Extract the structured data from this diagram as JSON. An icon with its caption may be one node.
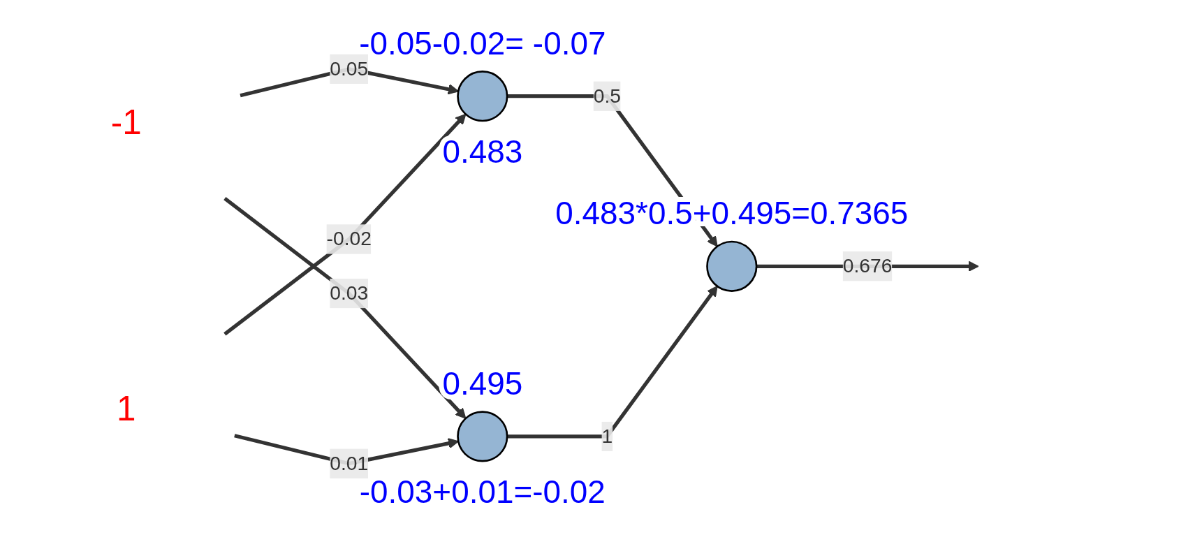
{
  "diagram": {
    "nodes": [
      {
        "text": [
          "-1"
        ]
      },
      {
        "text": [
          "1"
        ]
      },
      {
        "text": [],
        "shape": "circle",
        "beside": [
          "-0.05-0.02= -0.07",
          "0.483"
        ]
      },
      {
        "text": [],
        "shape": "circle",
        "beside": [
          "0.495",
          "-0.03+0.01=-0.02"
        ]
      },
      {
        "text": [],
        "shape": "circle",
        "beside": [
          "0.483*0.5+0.495=0.7365"
        ]
      }
    ],
    "edges": [
      {
        "from": 0,
        "to": 2,
        "arrow": "to",
        "label": "0.05"
      },
      {
        "from": 0,
        "to": 3,
        "arrow": "to",
        "label": "0.03"
      },
      {
        "from": 1,
        "to": 2,
        "arrow": "to",
        "label": "-0.02"
      },
      {
        "from": 1,
        "to": 3,
        "arrow": "to",
        "label": "0.01"
      },
      {
        "from": 2,
        "to": 4,
        "arrow": "to",
        "label": "0.5"
      },
      {
        "from": 3,
        "to": 4,
        "arrow": "to",
        "label": "1"
      },
      {
        "from": 4,
        "to": null,
        "arrow": "to",
        "label": "0.676"
      }
    ]
  }
}
